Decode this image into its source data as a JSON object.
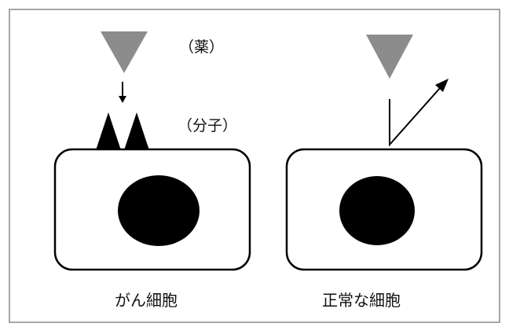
{
  "labels": {
    "drug": "（薬）",
    "molecule": "（分子）"
  },
  "cells": [
    {
      "caption": "がん細胞"
    },
    {
      "caption": "正常な細胞"
    }
  ],
  "colors": {
    "background": "#ffffff",
    "frame": "#888888",
    "drug": "#8c8c8c",
    "molecule": "#000000",
    "cell_border": "#000000",
    "nucleus": "#000000",
    "arrow": "#000000"
  }
}
